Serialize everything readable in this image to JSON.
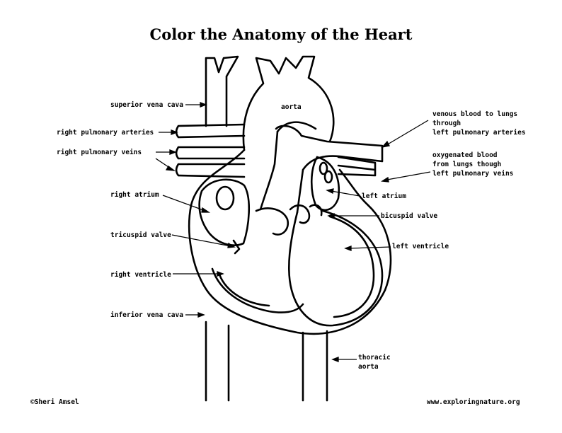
{
  "title": "Color the Anatomy of the Heart",
  "labels": {
    "superior_vena_cava": "superior vena cava",
    "aorta": "aorta",
    "right_pulmonary_arteries": "right pulmonary arteries",
    "right_pulmonary_veins": "right pulmonary veins",
    "venous_blood": "venous blood to lungs\nthrough\nleft pulmonary arteries",
    "oxygenated_blood": "oxygenated blood\nfrom lungs though\nleft pulmonary veins",
    "right_atrium": "right atrium",
    "left_atrium": "left atrium",
    "bicuspid_valve": "bicuspid valve",
    "tricuspid_valve": "tricuspid valve",
    "left_ventricle": "left ventricle",
    "right_ventricle": "right ventricle",
    "inferior_vena_cava": "inferior vena cava",
    "thoracic_aorta": "thoracic\naorta"
  },
  "footer": {
    "copyright": "©Sheri Amsel",
    "website": "www.exploringnature.org"
  }
}
